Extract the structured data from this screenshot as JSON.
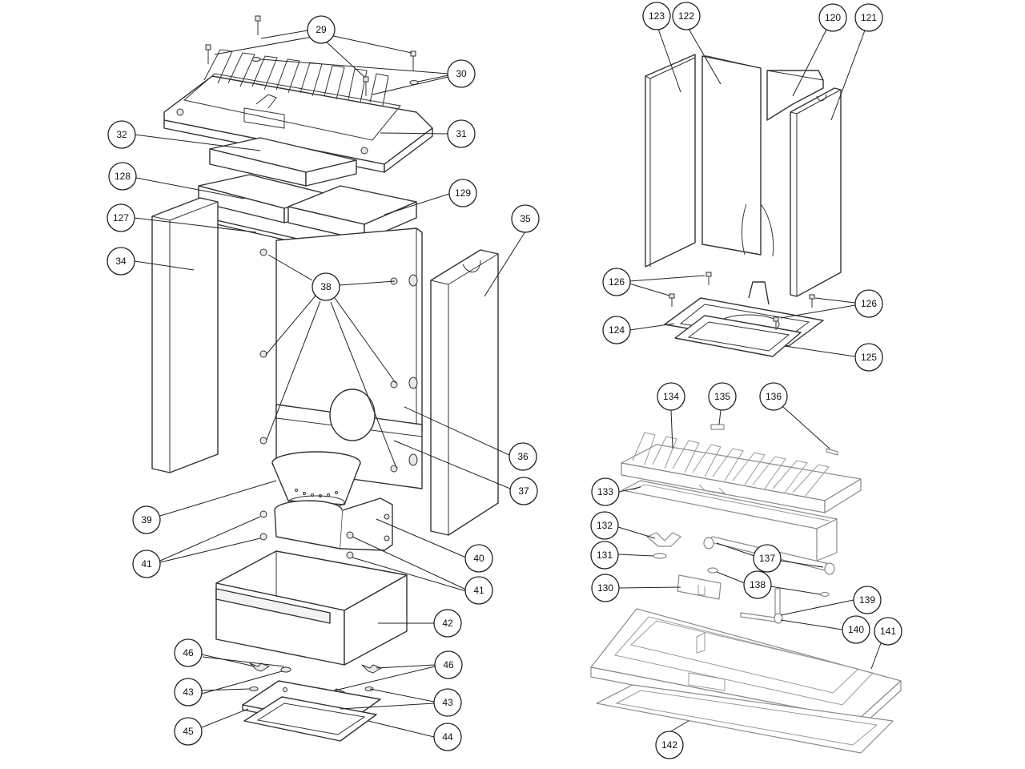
{
  "callouts": [
    {
      "id": "c29",
      "label": "29"
    },
    {
      "id": "c30",
      "label": "30"
    },
    {
      "id": "c31",
      "label": "31"
    },
    {
      "id": "c32",
      "label": "32"
    },
    {
      "id": "c128",
      "label": "128"
    },
    {
      "id": "c129",
      "label": "129"
    },
    {
      "id": "c127",
      "label": "127"
    },
    {
      "id": "c34",
      "label": "34"
    },
    {
      "id": "c35",
      "label": "35"
    },
    {
      "id": "c38",
      "label": "38"
    },
    {
      "id": "c36",
      "label": "36"
    },
    {
      "id": "c37",
      "label": "37"
    },
    {
      "id": "c39",
      "label": "39"
    },
    {
      "id": "c40",
      "label": "40"
    },
    {
      "id": "c41a",
      "label": "41"
    },
    {
      "id": "c41b",
      "label": "41"
    },
    {
      "id": "c42",
      "label": "42"
    },
    {
      "id": "c46a",
      "label": "46"
    },
    {
      "id": "c46b",
      "label": "46"
    },
    {
      "id": "c43a",
      "label": "43"
    },
    {
      "id": "c43b",
      "label": "43"
    },
    {
      "id": "c45",
      "label": "45"
    },
    {
      "id": "c44",
      "label": "44"
    },
    {
      "id": "c123",
      "label": "123"
    },
    {
      "id": "c122",
      "label": "122"
    },
    {
      "id": "c120",
      "label": "120"
    },
    {
      "id": "c121",
      "label": "121"
    },
    {
      "id": "c126a",
      "label": "126"
    },
    {
      "id": "c126b",
      "label": "126"
    },
    {
      "id": "c124",
      "label": "124"
    },
    {
      "id": "c125",
      "label": "125"
    },
    {
      "id": "c134",
      "label": "134"
    },
    {
      "id": "c135",
      "label": "135"
    },
    {
      "id": "c136",
      "label": "136"
    },
    {
      "id": "c133",
      "label": "133"
    },
    {
      "id": "c132",
      "label": "132"
    },
    {
      "id": "c131",
      "label": "131"
    },
    {
      "id": "c137",
      "label": "137"
    },
    {
      "id": "c130",
      "label": "130"
    },
    {
      "id": "c138",
      "label": "138"
    },
    {
      "id": "c139",
      "label": "139"
    },
    {
      "id": "c140",
      "label": "140"
    },
    {
      "id": "c141",
      "label": "141"
    },
    {
      "id": "c142",
      "label": "142"
    }
  ]
}
